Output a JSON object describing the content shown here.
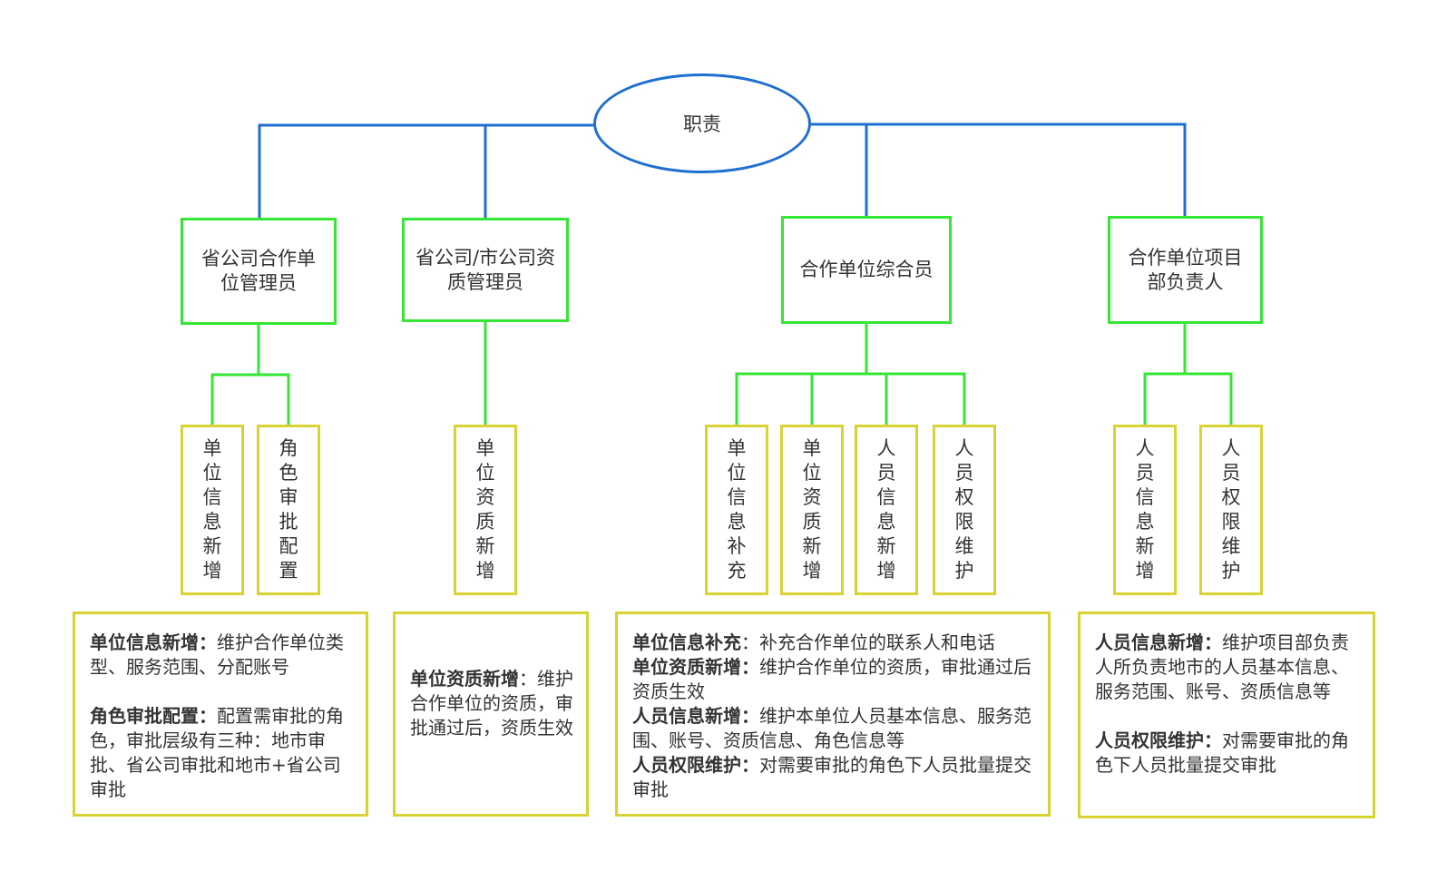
{
  "root": {
    "label": "职责"
  },
  "roles": [
    {
      "label": "省公司合作单位管理员"
    },
    {
      "label": "省公司/市公司资质管理员"
    },
    {
      "label": "合作单位综合员"
    },
    {
      "label": "合作单位项目部负责人"
    }
  ],
  "tasks": [
    {
      "label": "单位信息新增"
    },
    {
      "label": "角色审批配置"
    },
    {
      "label": "单位资质新增"
    },
    {
      "label": "单位信息补充"
    },
    {
      "label": "单位资质新增"
    },
    {
      "label": "人员信息新增"
    },
    {
      "label": "人员权限维护"
    },
    {
      "label": "人员信息新增"
    },
    {
      "label": "人员权限维护"
    }
  ],
  "descriptions": [
    {
      "items": [
        {
          "title": "单位信息新增：",
          "text": "维护合作单位类型、服务范围、分配账号"
        },
        {
          "title": "角色审批配置：",
          "text": "配置需审批的角色，审批层级有三种：地市审批、省公司审批和地市+省公司审批"
        }
      ]
    },
    {
      "items": [
        {
          "title": "单位资质新增",
          "text": "：维护合作单位的资质，审批通过后，资质生效"
        }
      ]
    },
    {
      "items": [
        {
          "title": "单位信息补充",
          "text": "：补充合作单位的联系人和电话"
        },
        {
          "title": "单位资质新增：",
          "text": "维护合作单位的资质，审批通过后资质生效"
        },
        {
          "title": "人员信息新增：",
          "text": "维护本单位人员基本信息、服务范围、账号、资质信息、角色信息等"
        },
        {
          "title": "人员权限维护：",
          "text": "对需要审批的角色下人员批量提交审批"
        }
      ]
    },
    {
      "items": [
        {
          "title": "人员信息新增：",
          "text": "维护项目部负责人所负责地市的人员基本信息、服务范围、账号、资质信息等"
        },
        {
          "title": "人员权限维护：",
          "text": "对需要审批的角色下人员批量提交审批"
        }
      ]
    }
  ],
  "colors": {
    "root_border": "#1f6fd0",
    "role_border": "#35e635",
    "task_border": "#d8d233",
    "blue_line": "#1f6fd0",
    "green_line": "#35e635"
  }
}
